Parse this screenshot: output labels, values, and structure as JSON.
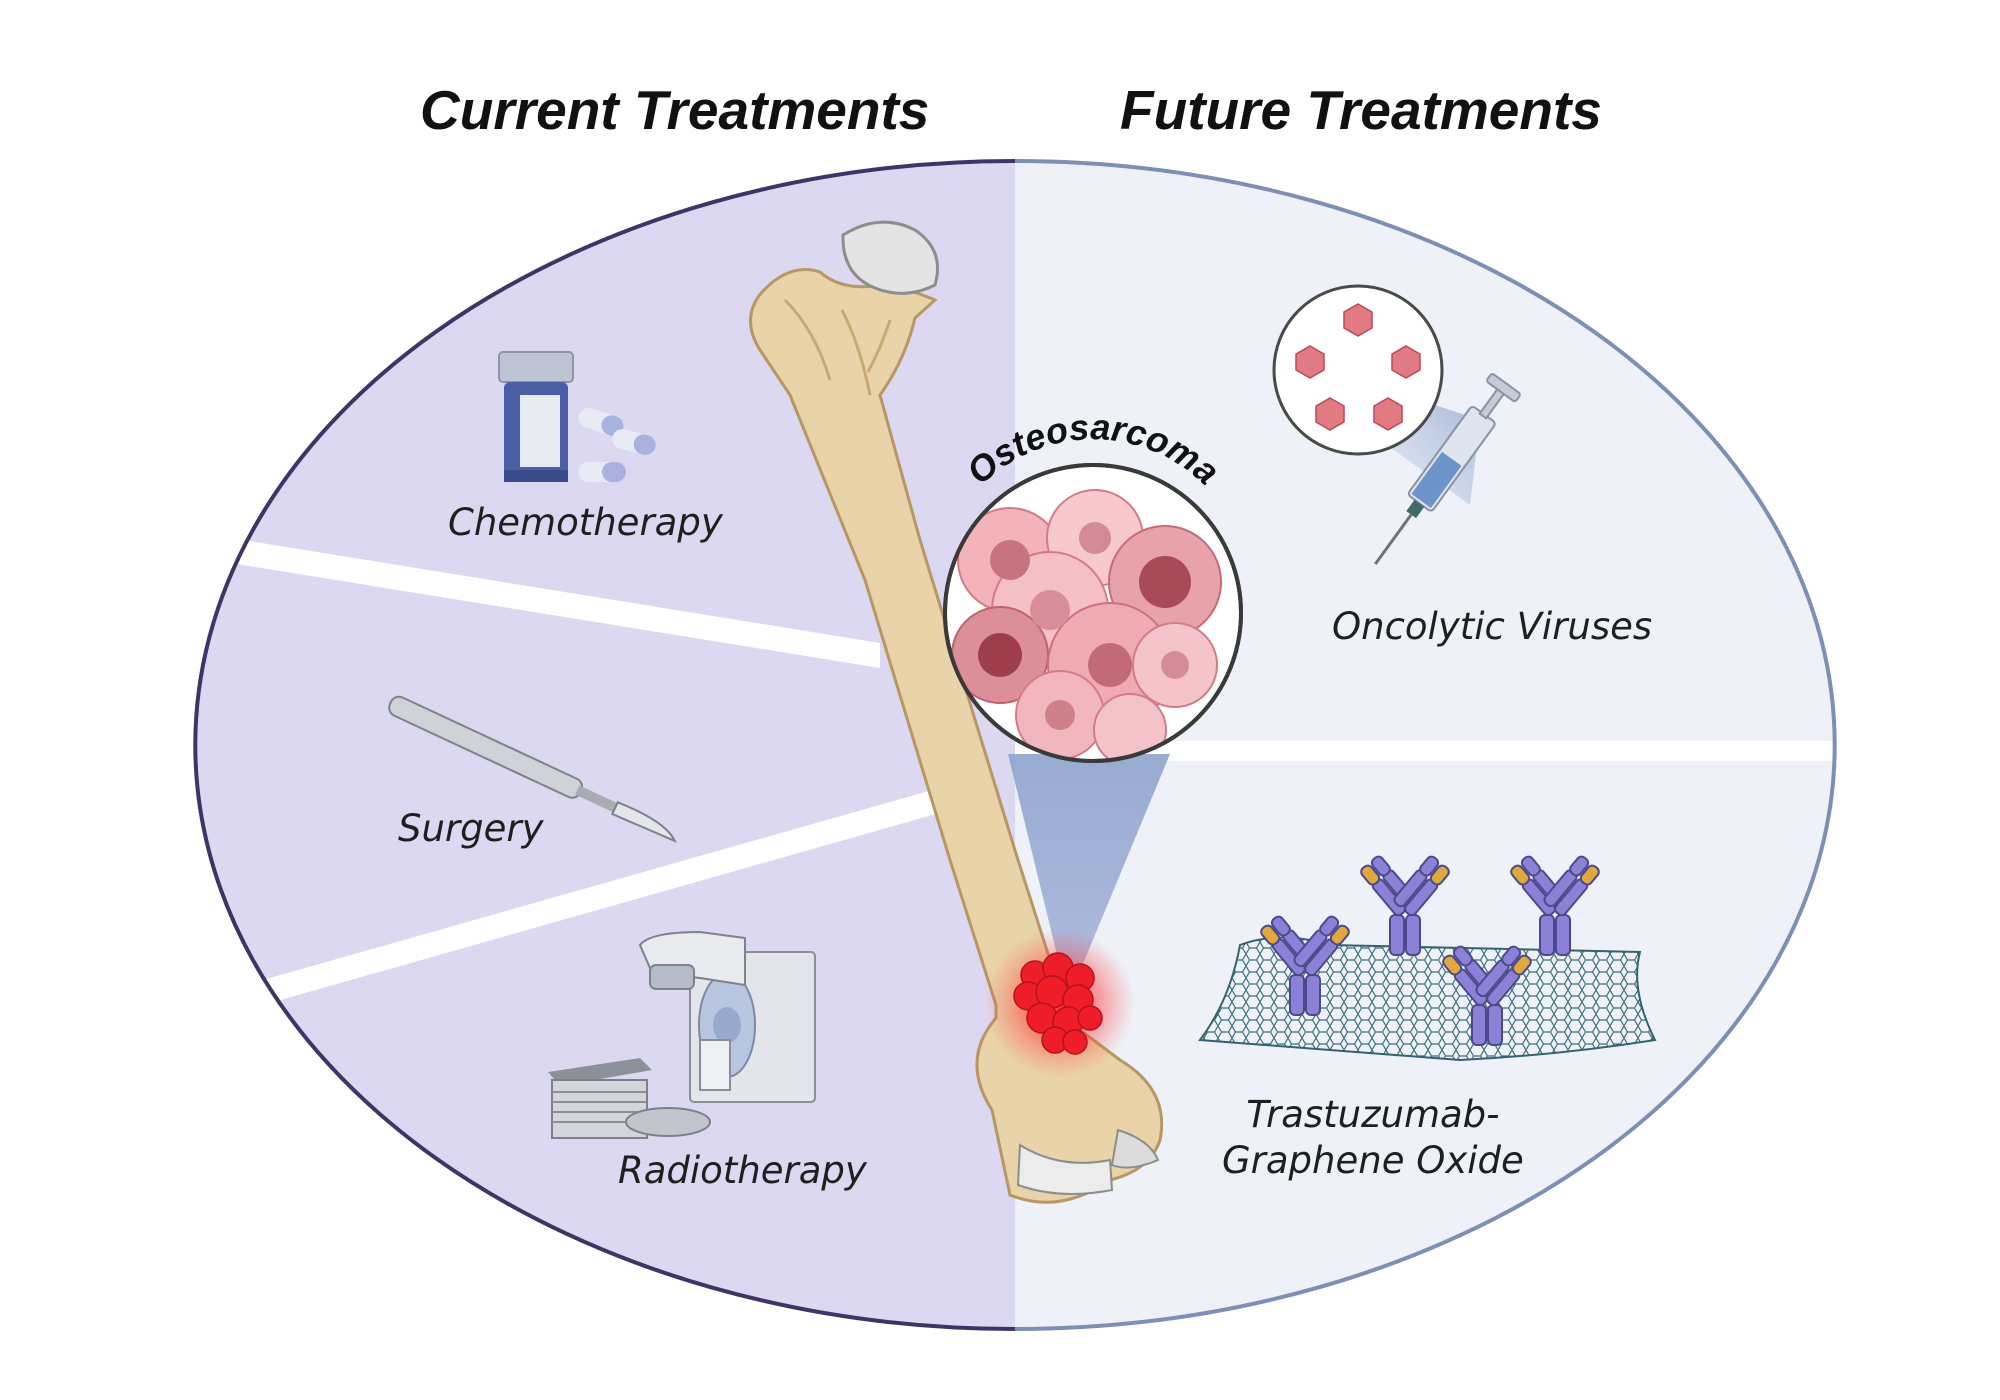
{
  "headings": {
    "current": "Current Treatments",
    "future": "Future Treatments"
  },
  "current_treatments": {
    "chemotherapy": "Chemotherapy",
    "surgery": "Surgery",
    "radiotherapy": "Radiotherapy"
  },
  "future_treatments": {
    "oncolytic_viruses": "Oncolytic Viruses",
    "trastuzumab_line1": "Trastuzumab-",
    "trastuzumab_line2": "Graphene Oxide"
  },
  "center": {
    "disease": "Osteosarcoma"
  },
  "icons": [
    "pill-bottle-icon",
    "capsule-icon",
    "scalpel-icon",
    "radiotherapy-machine-icon",
    "virus-icon",
    "syringe-icon",
    "antibody-icon",
    "graphene-sheet-icon",
    "femur-bone-icon",
    "tumor-cell-icon"
  ],
  "colors": {
    "current_panel": "#dcd8f1",
    "future_panel": "#eef2f8",
    "current_outline": "#3d3566",
    "future_outline": "#7d8fb5",
    "bone": "#e9d3a8",
    "tumor": "#e8232e",
    "cells": "#e28a94"
  }
}
